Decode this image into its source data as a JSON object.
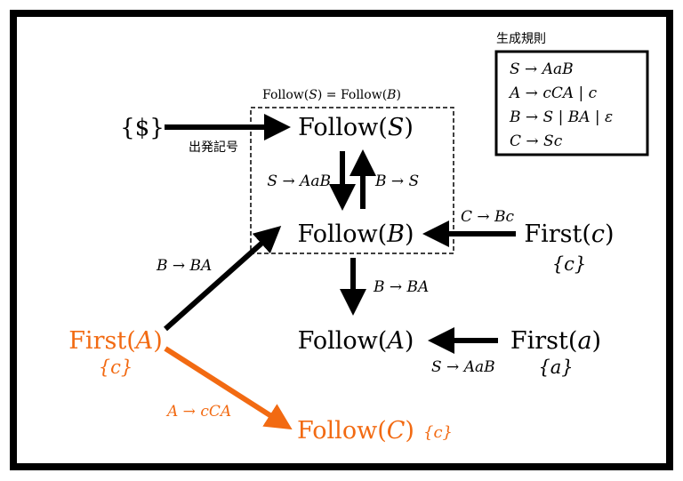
{
  "colors": {
    "black": "#000000",
    "accent": "#f26a12"
  },
  "legend": {
    "title": "生成規則",
    "rules": [
      "S → AaB",
      "A → cCA | c",
      "B → S | BA | ε",
      "C → Sc"
    ]
  },
  "start_set": "{$}",
  "start_label": "出発記号",
  "equality_label": {
    "f1": "Follow(",
    "a1": "S",
    "mid": ") = Follow(",
    "a2": "B",
    "end": ")"
  },
  "nodes": {
    "follow_s": {
      "func": "Follow",
      "arg": "S"
    },
    "follow_b": {
      "func": "Follow",
      "arg": "B"
    },
    "follow_a": {
      "func": "Follow",
      "arg": "A"
    },
    "follow_c": {
      "func": "Follow",
      "arg": "C",
      "set": "{c}"
    },
    "first_c": {
      "func": "First",
      "arg": "c",
      "set": "{c}"
    },
    "first_a_term": {
      "func": "First",
      "arg": "a",
      "set": "{a}"
    },
    "first_A": {
      "func": "First",
      "arg": "A",
      "set": "{c}"
    }
  },
  "edge_labels": {
    "s_to_b": "S → AaB",
    "b_to_s": "B → S",
    "firstc_to_b": "C → Bc",
    "b_to_a": "B → BA",
    "firsta_to_a": "S → AaB",
    "firstA_to_b": "B → BA",
    "firstA_to_c": "A → cCA"
  }
}
